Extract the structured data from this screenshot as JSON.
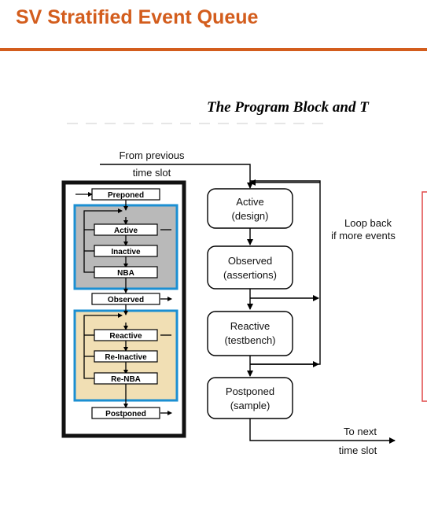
{
  "header": {
    "title": "SV Stratified Event Queue",
    "subtitle": "The Program Block and T"
  },
  "left_queue": {
    "regions": [
      "Preponed",
      "Active",
      "Inactive",
      "NBA",
      "Observed",
      "Reactive",
      "Re-Inactive",
      "Re-NBA",
      "Postponed"
    ]
  },
  "flow": {
    "from_previous_line1": "From previous",
    "from_previous_line2": "time slot",
    "boxes": [
      {
        "line1": "Active",
        "line2": "(design)"
      },
      {
        "line1": "Observed",
        "line2": "(assertions)"
      },
      {
        "line1": "Reactive",
        "line2": "(testbench)"
      },
      {
        "line1": "Postponed",
        "line2": "(sample)"
      }
    ],
    "loop_back_line1": "Loop back",
    "loop_back_line2": "if more events",
    "to_next_line1": "To next",
    "to_next_line2": "time slot"
  },
  "colors": {
    "title": "#d35d1d",
    "active_group_fill": "#b9b9b9",
    "reactive_group_fill": "#f1dfb4",
    "group_border": "#1b8fd2",
    "side_box_border": "#e04848"
  }
}
